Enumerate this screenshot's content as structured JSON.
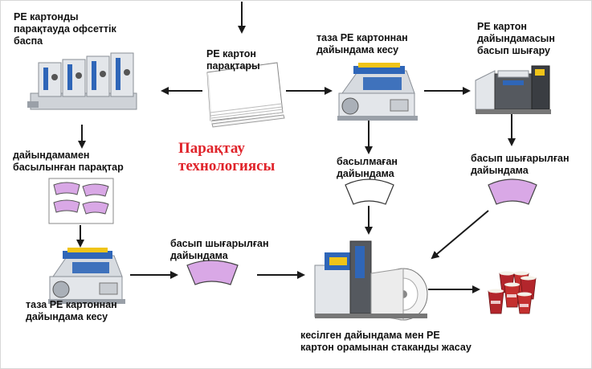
{
  "title": {
    "line1": "Парақтау",
    "line2": "технологиясы"
  },
  "labels": {
    "offset_print": {
      "line1": "PE картонды",
      "line2": "парақтауда офсеттік",
      "line3": "баспа"
    },
    "pe_sheets": {
      "line1": "PE картон",
      "line2": "парақтары"
    },
    "die_cut_clean_top": {
      "line1": "таза PE картоннан",
      "line2": "дайындама кесу"
    },
    "print_blank_top": {
      "line1": "PE картон",
      "line2": "дайындамасын",
      "line3": "басып шығару"
    },
    "printed_sheets": {
      "line1": "дайындамамен",
      "line2": "басылынған парақтар"
    },
    "unprinted_blank": {
      "line1": "басылмаған",
      "line2": "дайындама"
    },
    "printed_blank_right": {
      "line1": "басып шығарылған",
      "line2": "дайындама"
    },
    "printed_blank_mid": {
      "line1": "басып шығарылған",
      "line2": "дайындама"
    },
    "die_cut_clean_bottom": {
      "line1": "таза PE картоннан",
      "line2": "дайындама кесу"
    },
    "cup_making": {
      "line1": "кесілген дайындама мен PE",
      "line2": "картон орамынан стаканды жасау"
    }
  },
  "colors": {
    "arrow": "#1a1a1a",
    "title": "#e0242b",
    "blank_fill": "#d9a8e6",
    "blank_stroke": "#555555",
    "machine_body": "#e3e6ea",
    "machine_blue": "#2f66b8",
    "machine_yellow": "#f0c419",
    "cup_red": "#b3262c"
  },
  "icons": {
    "offset_press": "offset-printing-press-icon",
    "sheet_stack": "paper-stack-icon",
    "die_cutter_top": "die-cutting-machine-icon",
    "digital_printer": "digital-printer-icon",
    "printed_sheet_grid": "printed-sheets-icon",
    "blank_white": "blank-unprinted-icon",
    "blank_pink_right": "blank-printed-icon",
    "die_cutter_bottom": "die-cutting-machine-icon",
    "blank_pink_mid": "blank-printed-icon",
    "cup_machine": "cup-forming-machine-icon",
    "cups": "paper-cups-icon"
  }
}
